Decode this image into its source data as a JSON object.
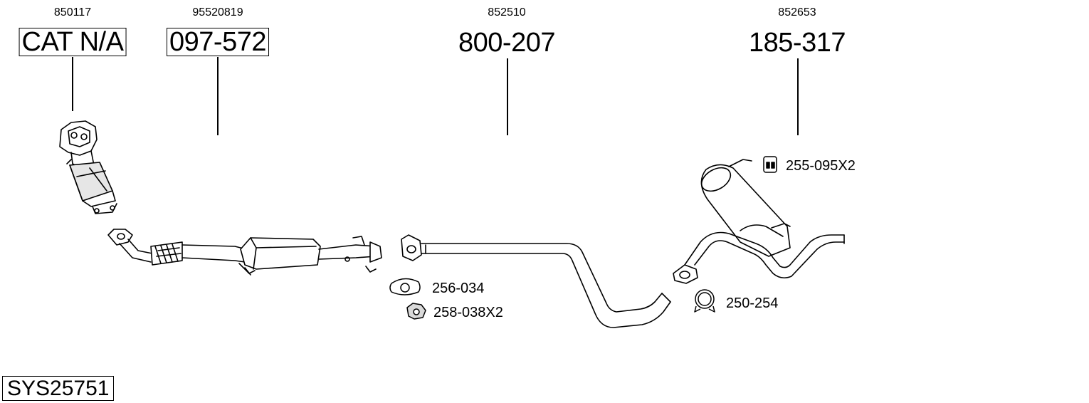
{
  "parts": [
    {
      "oe": "850117",
      "part": "CAT N/A",
      "boxed": true
    },
    {
      "oe": "95520819",
      "part": "097-572",
      "boxed": true
    },
    {
      "oe": "852510",
      "part": "800-207",
      "boxed": false
    },
    {
      "oe": "852653",
      "part": "185-317",
      "boxed": false
    }
  ],
  "accessories": [
    {
      "code": "255-095X2",
      "icon": "rubber-mount-icon"
    },
    {
      "code": "256-034",
      "icon": "gasket-icon"
    },
    {
      "code": "258-038X2",
      "icon": "nut-icon"
    },
    {
      "code": "250-254",
      "icon": "clamp-icon"
    }
  ],
  "system_code": "SYS25751",
  "colors": {
    "line": "#000000",
    "shade": "#d9d9d9",
    "background": "#ffffff"
  }
}
